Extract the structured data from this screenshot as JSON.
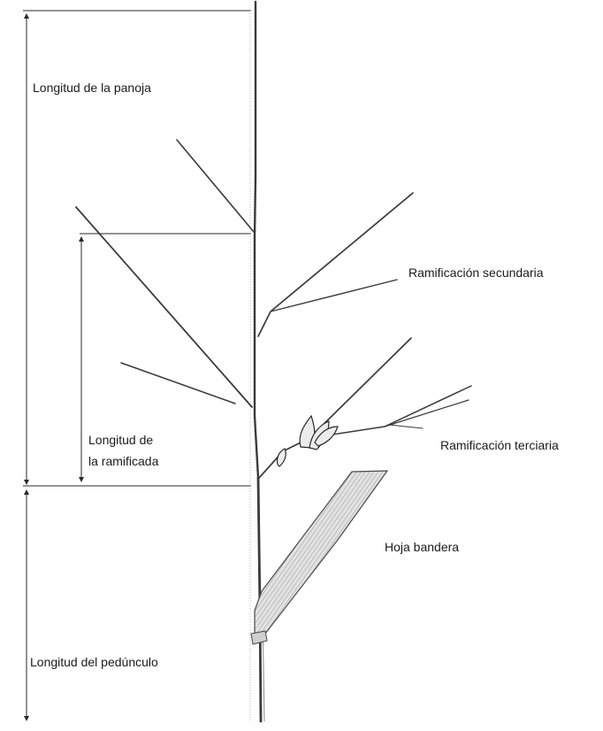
{
  "labels": {
    "panicle_length": "Longitud de la panoja",
    "branch_length_line1": "Longitud de",
    "branch_length_line2": "la ramificada",
    "secondary_branch": "Ramificación secundaria",
    "tertiary_branch": "Ramificación terciaria",
    "flag_leaf": "Hoja bandera",
    "peduncle_length": "Longitud del pedúnculo"
  },
  "colors": {
    "ink": "#2a2a2a",
    "stem": "#3a3a3a",
    "leaf_fill": "#d9d9d9",
    "spikelet_fill": "#e8e8e8"
  }
}
